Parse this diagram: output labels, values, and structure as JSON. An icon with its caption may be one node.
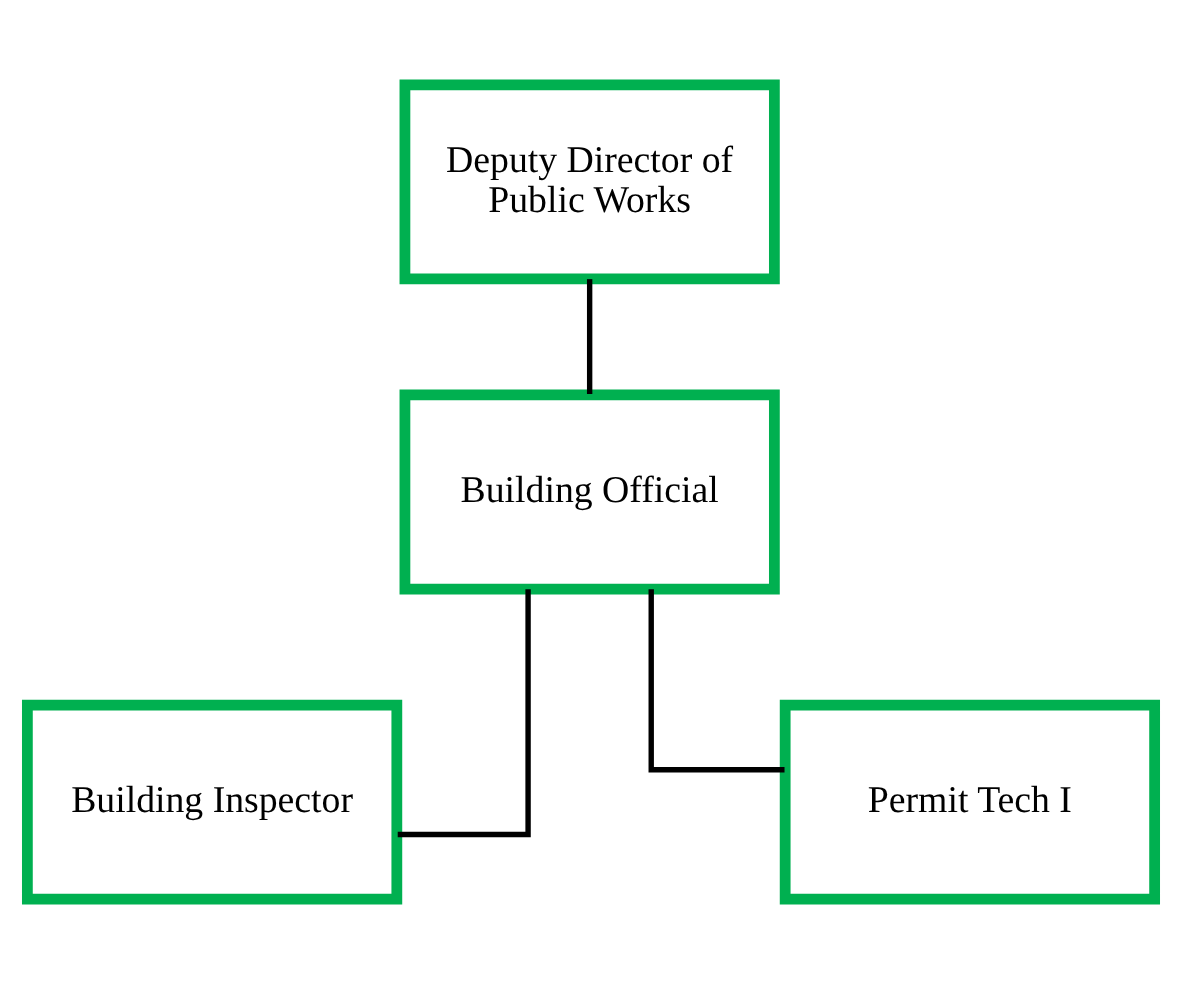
{
  "diagram": {
    "nodes": [
      {
        "text": [
          "Deputy Director of Public Works"
        ]
      },
      {
        "text": [
          "Building Official"
        ]
      },
      {
        "text": [
          "Building Inspector"
        ]
      },
      {
        "text": [
          "Permit Tech I"
        ]
      }
    ],
    "edges": [
      {
        "from": 0,
        "to": 1,
        "arrow": "none"
      },
      {
        "from": 1,
        "to": 2,
        "arrow": "none"
      },
      {
        "from": 1,
        "to": 3,
        "arrow": "none"
      }
    ]
  }
}
